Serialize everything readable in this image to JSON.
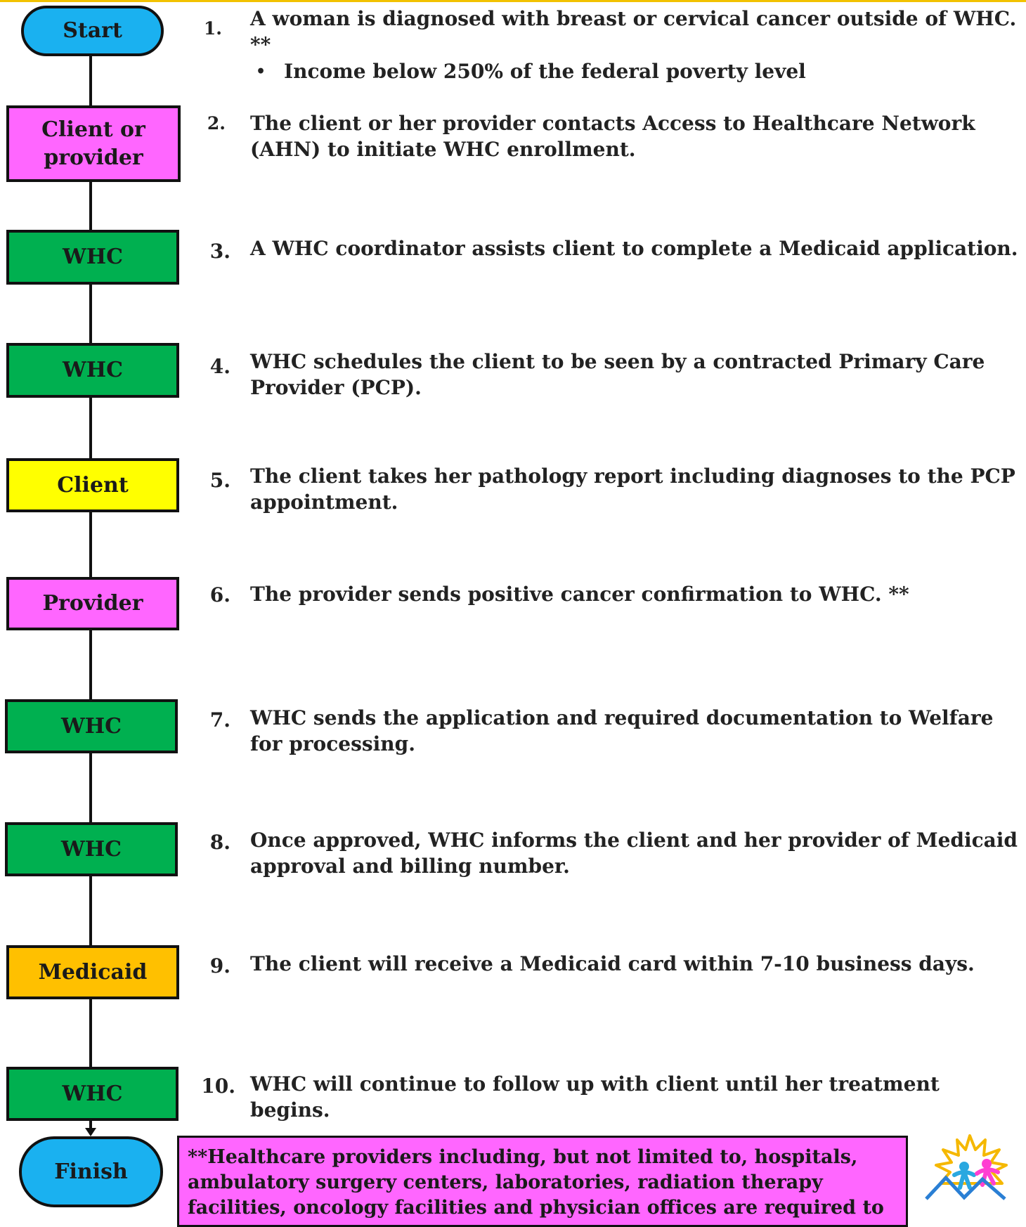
{
  "steps": [
    {
      "box": "Start",
      "number": "1.",
      "text": "A woman is diagnosed with breast or cervical cancer outside of WHC. **",
      "bullets": [
        "Income below 250% of the federal poverty level"
      ],
      "color": "#1ab1f0"
    },
    {
      "box": "Client or provider",
      "number": "2.",
      "text": "The client or her provider contacts Access to Healthcare Network (AHN) to initiate WHC enrollment.",
      "color": "#ff66ff"
    },
    {
      "box": "WHC",
      "number": "3.",
      "text": "A WHC coordinator assists client to complete a Medicaid application.",
      "color": "#00b050"
    },
    {
      "box": "WHC",
      "number": "4.",
      "text": "WHC schedules the client to be seen by a contracted Primary Care Provider (PCP).",
      "color": "#00b050"
    },
    {
      "box": "Client",
      "number": "5.",
      "text": "The client takes her pathology report including diagnoses to the PCP appointment.",
      "color": "#ffff00"
    },
    {
      "box": "Provider",
      "number": "6.",
      "text": "The provider sends positive cancer confirmation to WHC. **",
      "color": "#ff66ff"
    },
    {
      "box": "WHC",
      "number": "7.",
      "text": "WHC sends the application and required documentation to Welfare for processing.",
      "color": "#00b050"
    },
    {
      "box": "WHC",
      "number": "8.",
      "text": "Once approved, WHC informs the client and her provider of Medicaid approval and billing number.",
      "color": "#00b050"
    },
    {
      "box": "Medicaid",
      "number": "9.",
      "text": "The client will receive a Medicaid card within 7-10 business days.",
      "color": "#ffc000"
    },
    {
      "box": "WHC",
      "number": "10.",
      "text": "WHC will continue to follow up with client until her treatment begins.",
      "color": "#00b050"
    }
  ],
  "finish": {
    "label": "Finish",
    "color": "#1ab1f0"
  },
  "footnote": "**Healthcare providers including, but not limited to, hospitals, ambulatory surgery centers, laboratories, radiation therapy facilities, oncology facilities and physician offices are required to"
}
